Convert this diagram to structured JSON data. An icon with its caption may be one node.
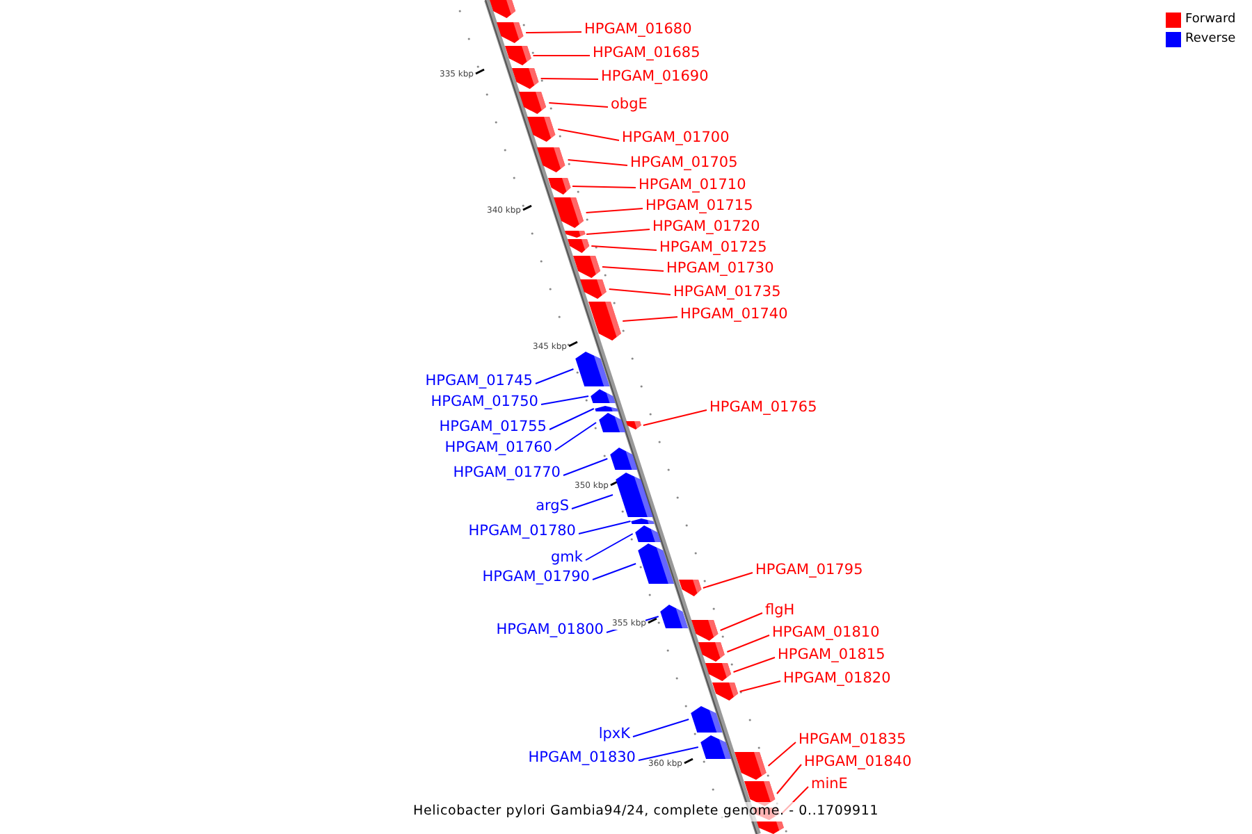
{
  "diagram": {
    "caption": "Helicobacter pylori Gambia94/24, complete genome. - 0..1709911",
    "nodes": [
      {
        "text": [
          "HPGAM_01680"
        ]
      },
      {
        "text": [
          "HPGAM_01685"
        ]
      },
      {
        "text": [
          "HPGAM_01690"
        ]
      },
      {
        "text": [
          "obgE"
        ]
      },
      {
        "text": [
          "HPGAM_01700"
        ]
      },
      {
        "text": [
          "HPGAM_01705"
        ]
      },
      {
        "text": [
          "HPGAM_01710"
        ]
      },
      {
        "text": [
          "HPGAM_01715"
        ]
      },
      {
        "text": [
          "HPGAM_01720"
        ]
      },
      {
        "text": [
          "HPGAM_01725"
        ]
      },
      {
        "text": [
          "HPGAM_01730"
        ]
      },
      {
        "text": [
          "HPGAM_01735"
        ]
      },
      {
        "text": [
          "HPGAM_01740"
        ]
      },
      {
        "text": [
          "HPGAM_01745"
        ]
      },
      {
        "text": [
          "HPGAM_01750"
        ]
      },
      {
        "text": [
          "HPGAM_01765"
        ]
      },
      {
        "text": [
          "HPGAM_01755"
        ]
      },
      {
        "text": [
          "HPGAM_01760"
        ]
      },
      {
        "text": [
          "HPGAM_01770"
        ]
      },
      {
        "text": [
          "argS"
        ]
      },
      {
        "text": [
          "HPGAM_01780"
        ]
      },
      {
        "text": [
          "gmk"
        ]
      },
      {
        "text": [
          "HPGAM_01795"
        ]
      },
      {
        "text": [
          "HPGAM_01790"
        ]
      },
      {
        "text": [
          "flgH"
        ]
      },
      {
        "text": [
          "HPGAM_01800"
        ]
      },
      {
        "text": [
          "HPGAM_01810"
        ]
      },
      {
        "text": [
          "HPGAM_01815"
        ]
      },
      {
        "text": [
          "HPGAM_01820"
        ]
      },
      {
        "text": [
          "lpxK"
        ]
      },
      {
        "text": [
          "HPGAM_01835"
        ]
      },
      {
        "text": [
          "HPGAM_01830"
        ]
      },
      {
        "text": [
          "HPGAM_01840"
        ]
      },
      {
        "text": [
          "minE"
        ]
      },
      {
        "text": [],
        "shape": "bar"
      },
      {
        "text": [],
        "shape": "bar"
      },
      {
        "text": [],
        "shape": "bar"
      },
      {
        "text": [],
        "shape": "bar"
      },
      {
        "text": [],
        "shape": "bar"
      },
      {
        "text": [],
        "shape": "bar"
      },
      {
        "text": [],
        "shape": "bar"
      },
      {
        "text": [],
        "shape": "bar"
      },
      {
        "text": [],
        "shape": "bar"
      },
      {
        "text": [],
        "shape": "bar"
      },
      {
        "text": [],
        "shape": "bar"
      },
      {
        "text": [],
        "shape": "bar"
      },
      {
        "text": [],
        "shape": "bar"
      },
      {
        "text": [],
        "shape": "bar"
      },
      {
        "text": [],
        "shape": "bar"
      },
      {
        "text": [],
        "shape": "bar"
      },
      {
        "text": [],
        "shape": "bar"
      },
      {
        "text": [],
        "shape": "bar"
      },
      {
        "text": [],
        "shape": "bar"
      },
      {
        "text": [],
        "shape": "bar"
      },
      {
        "text": [],
        "shape": "bar"
      },
      {
        "text": [],
        "shape": "bar"
      },
      {
        "text": [],
        "shape": "bar"
      },
      {
        "text": [],
        "shape": "bar"
      },
      {
        "text": [],
        "shape": "bar"
      },
      {
        "text": [],
        "shape": "bar"
      },
      {
        "text": [],
        "shape": "bar"
      },
      {
        "text": [],
        "shape": "bar"
      },
      {
        "text": [],
        "shape": "bar"
      },
      {
        "text": [],
        "shape": "bar"
      },
      {
        "text": [],
        "shape": "bar"
      },
      {
        "text": [],
        "shape": "bar"
      },
      {
        "text": [],
        "shape": "bar"
      },
      {
        "text": [],
        "shape": "bar"
      },
      {
        "text": [],
        "shape": "bar"
      },
      {
        "text": [],
        "shape": "bar"
      }
    ],
    "edges": [
      {
        "from": 0,
        "to": 35,
        "arrow": "none"
      },
      {
        "from": 1,
        "to": 36,
        "arrow": "none"
      },
      {
        "from": 2,
        "to": 37,
        "arrow": "none"
      },
      {
        "from": 3,
        "to": 38,
        "arrow": "none"
      },
      {
        "from": 4,
        "to": 39,
        "arrow": "none"
      },
      {
        "from": 5,
        "to": 40,
        "arrow": "none"
      },
      {
        "from": 6,
        "to": 41,
        "arrow": "none"
      },
      {
        "from": 7,
        "to": 42,
        "arrow": "none"
      },
      {
        "from": 8,
        "to": 43,
        "arrow": "none"
      },
      {
        "from": 9,
        "to": 44,
        "arrow": "none"
      },
      {
        "from": 10,
        "to": 45,
        "arrow": "none"
      },
      {
        "from": 11,
        "to": 46,
        "arrow": "none"
      },
      {
        "from": 12,
        "to": 47,
        "arrow": "none"
      },
      {
        "from": 13,
        "to": 48,
        "arrow": "none",
        "color": "#0000ff"
      },
      {
        "from": 14,
        "to": 49,
        "arrow": "none",
        "color": "#0000ff"
      },
      {
        "from": 15,
        "to": 52,
        "arrow": "none"
      },
      {
        "from": 16,
        "to": 50,
        "arrow": "none",
        "color": "#0000ff"
      },
      {
        "from": 17,
        "to": 51,
        "arrow": "none",
        "color": "#0000ff"
      },
      {
        "from": 18,
        "to": 53,
        "arrow": "none",
        "color": "#0000ff"
      },
      {
        "from": 19,
        "to": 54,
        "arrow": "none",
        "color": "#0000ff"
      },
      {
        "from": 20,
        "to": 55,
        "arrow": "none",
        "color": "#0000ff"
      },
      {
        "from": 21,
        "to": 56,
        "arrow": "none",
        "color": "#0000ff"
      },
      {
        "from": 22,
        "to": 58,
        "arrow": "none"
      },
      {
        "from": 23,
        "to": 57,
        "arrow": "none",
        "color": "#0000ff"
      },
      {
        "from": 24,
        "to": 60,
        "arrow": "none"
      },
      {
        "from": 25,
        "to": 59,
        "arrow": "none",
        "color": "#0000ff"
      },
      {
        "from": 26,
        "to": 61,
        "arrow": "none"
      },
      {
        "from": 27,
        "to": 62,
        "arrow": "none"
      },
      {
        "from": 28,
        "to": 63,
        "arrow": "none"
      },
      {
        "from": 29,
        "to": 64,
        "arrow": "none",
        "color": "#0000ff"
      },
      {
        "from": 30,
        "to": 66,
        "arrow": "none"
      },
      {
        "from": 31,
        "to": 65,
        "arrow": "none",
        "color": "#0000ff"
      },
      {
        "from": 32,
        "to": 67,
        "arrow": "none"
      },
      {
        "from": 33,
        "to": 68,
        "arrow": "none"
      }
    ],
    "labels": [
      "335 kbp",
      "340 kbp",
      "345 kbp",
      "350 kbp",
      "355 kbp",
      "360 kbp"
    ],
    "legend": [
      {
        "text": "Forward",
        "color": "#ff0000"
      },
      {
        "text": "Reverse",
        "color": "#0000ff"
      }
    ]
  }
}
